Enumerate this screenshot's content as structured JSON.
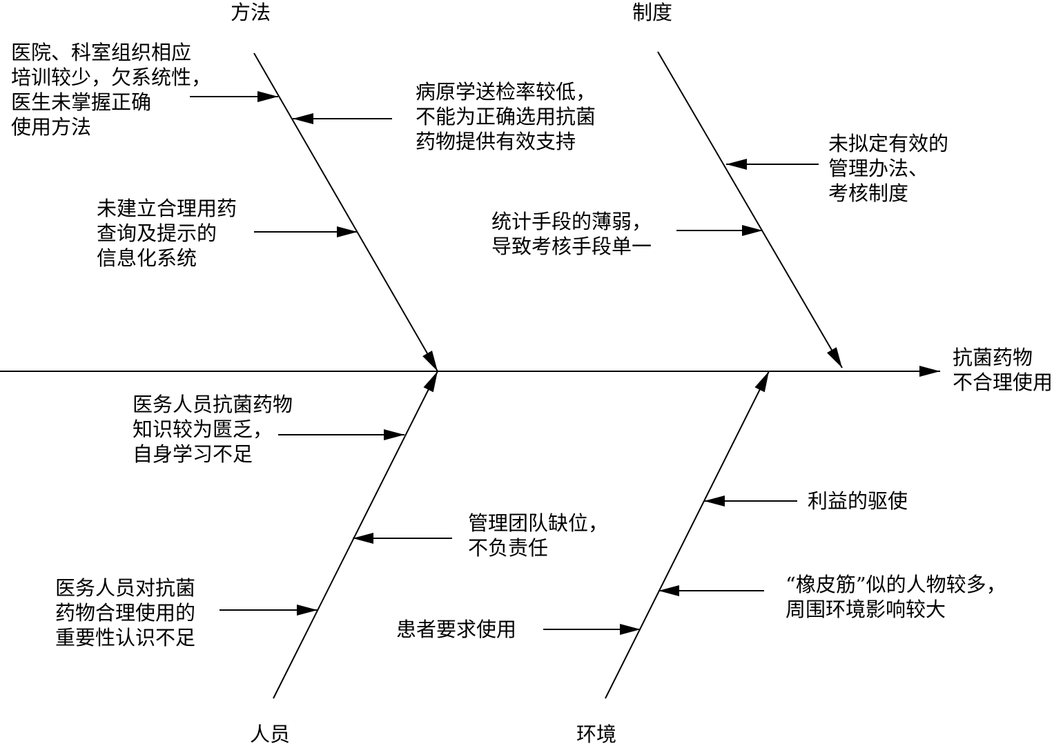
{
  "effect": [
    "抗菌药物",
    "不合理使用"
  ],
  "categories": {
    "method": "方法",
    "system": "制度",
    "personnel": "人员",
    "environment": "环境"
  },
  "causes": {
    "method": [
      [
        "医院、科室组织相应",
        "培训较少，欠系统性，",
        "医生未掌握正确",
        "使用方法"
      ],
      [
        "病原学送检率较低，",
        "不能为正确选用抗菌",
        "药物提供有效支持"
      ],
      [
        "未建立合理用药",
        "查询及提示的",
        "信息化系统"
      ]
    ],
    "system": [
      [
        "未拟定有效的",
        "管理办法、",
        "考核制度"
      ],
      [
        "统计手段的薄弱，",
        "导致考核手段单一"
      ]
    ],
    "personnel": [
      [
        "医务人员抗菌药物",
        "知识较为匮乏，",
        "自身学习不足"
      ],
      [
        "管理团队缺位，",
        "不负责任"
      ],
      [
        "医务人员对抗菌",
        "药物合理使用的",
        "重要性认识不足"
      ]
    ],
    "environment": [
      [
        "利益的驱使"
      ],
      [
        "“橡皮筋”似的人物较多，",
        "周围环境影响较大"
      ],
      [
        "患者要求使用"
      ]
    ]
  },
  "colors": {
    "line": "#000000",
    "text": "#000000",
    "background": "#ffffff"
  }
}
